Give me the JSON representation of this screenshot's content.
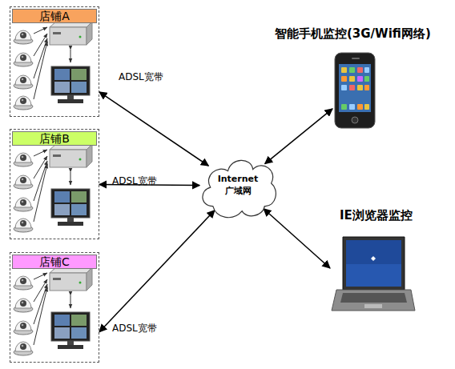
{
  "diagram": {
    "nodes": [
      {
        "text": [
          "店铺A"
        ]
      },
      {
        "text": [
          "店铺B"
        ]
      },
      {
        "text": [
          "店铺C"
        ]
      },
      {
        "text": [
          "Internet 广域网"
        ]
      },
      {
        "text": [
          "智能手机监控(3G/Wifi网络)"
        ]
      },
      {
        "text": [
          "IE浏览器监控"
        ]
      }
    ],
    "edges": [
      {
        "from": 0,
        "to": 3,
        "label": "ADSL宽带",
        "arrow": "both"
      },
      {
        "from": 1,
        "to": 3,
        "label": "ADSL宽带",
        "arrow": "both"
      },
      {
        "from": 2,
        "to": 3,
        "label": "ADSL宽带",
        "arrow": "both"
      },
      {
        "from": 3,
        "to": 4,
        "arrow": "both"
      },
      {
        "from": 3,
        "to": 5,
        "arrow": "both"
      }
    ]
  }
}
